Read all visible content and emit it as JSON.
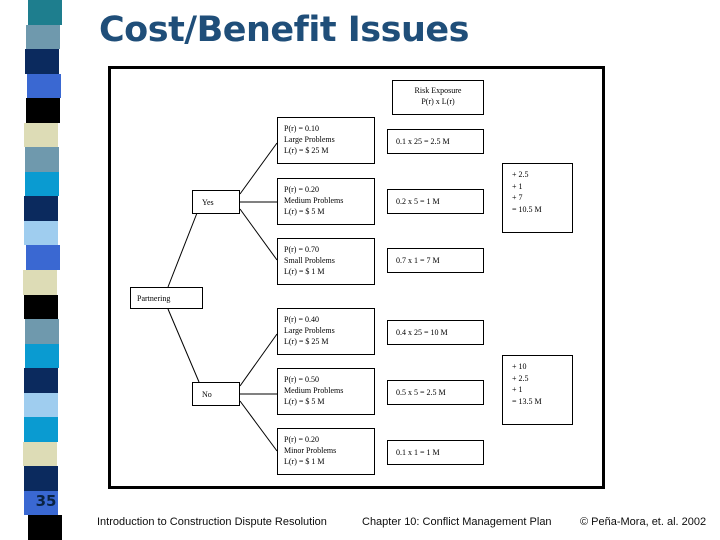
{
  "slide": {
    "title": "Cost/Benefit Issues",
    "page_number": "35",
    "title_color": "#1f4e79"
  },
  "sidebar": {
    "blocks": [
      "#1e7e8e",
      "#6f99ad",
      "#0b2a5e",
      "#3a68d2",
      "#000000",
      "#dddcb6",
      "#6f99ad",
      "#0a9bd1",
      "#0b2a5e",
      "#9fcdef",
      "#3a68d2",
      "#dddcb6",
      "#000000",
      "#6f99ad",
      "#0a9bd1",
      "#0b2a5e",
      "#9fcdef",
      "#0a9bd1",
      "#dddcb6",
      "#0b2a5e",
      "#3a68d2",
      "#000000"
    ]
  },
  "tree": {
    "root": {
      "line1": "Risk Exposure",
      "line2": "P(r) x L(r)"
    },
    "decision_label": "Partnering",
    "yes_label": "Yes",
    "no_label": "No",
    "branches": [
      {
        "prob": "P(r) = 0.10",
        "size": "Large Problems",
        "loss": "L(r) = $ 25 M",
        "calc": "0.1 x 25 = 2.5 M"
      },
      {
        "prob": "P(r) = 0.20",
        "size": "Medium Problems",
        "loss": "L(r) = $ 5 M",
        "calc": "0.2 x 5 = 1 M"
      },
      {
        "prob": "P(r) = 0.70",
        "size": "Small Problems",
        "loss": "L(r) = $ 1 M",
        "calc": "0.7 x 1 = 7 M"
      },
      {
        "prob": "P(r) = 0.40",
        "size": "Large Problems",
        "loss": "L(r) = $ 25 M",
        "calc": "0.4 x 25 = 10 M"
      },
      {
        "prob": "P(r) = 0.50",
        "size": "Medium Problems",
        "loss": "L(r) = $ 5 M",
        "calc": "0.5 x 5 = 2.5 M"
      },
      {
        "prob": "P(r) = 0.20",
        "size": "Minor Problems",
        "loss": "L(r) = $ 1 M",
        "calc": "0.1 x 1 = 1 M"
      }
    ],
    "totals": [
      {
        "lines": [
          "+ 2.5",
          "+ 1",
          "+ 7",
          "= 10.5 M"
        ]
      },
      {
        "lines": [
          "+ 10",
          "+ 2.5",
          "+ 1",
          "= 13.5 M"
        ]
      }
    ]
  },
  "footer": {
    "left": "Introduction to Construction Dispute Resolution",
    "center": "Chapter 10: Conflict Management Plan",
    "right": "© Peña-Mora, et. al. 2002"
  }
}
